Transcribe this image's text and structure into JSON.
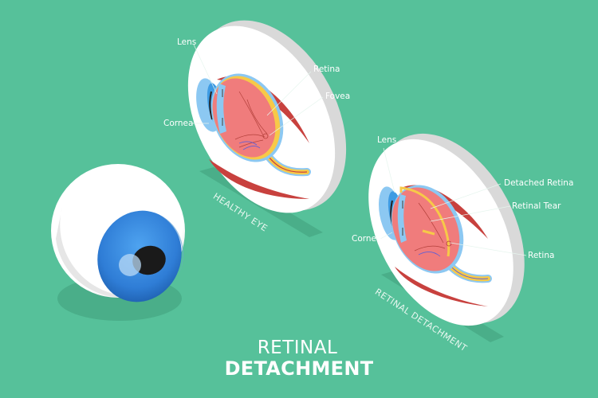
{
  "title": {
    "line1": "RETINAL",
    "line2": "DETACHMENT"
  },
  "healthy_eye": {
    "tag": "HEALTHY EYE",
    "labels": {
      "lens": "Lens",
      "cornea": "Cornea",
      "retina": "Retina",
      "fovea": "Fovea"
    }
  },
  "detached_eye": {
    "tag": "RETINAL DETACHMENT",
    "labels": {
      "lens": "Lens",
      "cornea": "Cornea",
      "detached_retina": "Detached Retina",
      "retinal_tear": "Retinal Tear",
      "retina": "Retina"
    }
  },
  "colors": {
    "background": "#56C19A",
    "disc_face": "#FFFFFF",
    "disc_edge": "#D9D9D9",
    "eyeball_inner": "#F07C7C",
    "retina_yellow": "#F7C948",
    "muscle_red": "#C8413E",
    "cornea_blue": "#8CC8F2",
    "iris_blue": "#2F7DD6"
  }
}
